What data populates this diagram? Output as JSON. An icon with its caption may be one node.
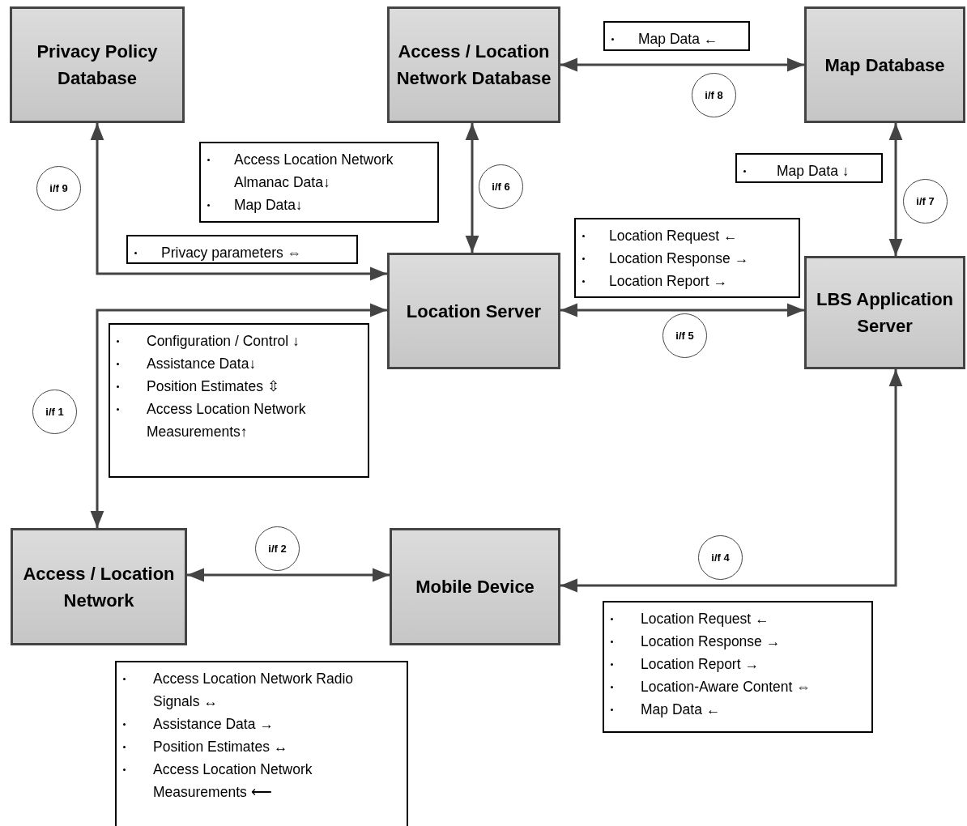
{
  "diagram": {
    "nodes": [
      {
        "text": [
          "Privacy Policy Database"
        ]
      },
      {
        "text": [
          "Access / Location Network Database"
        ]
      },
      {
        "text": [
          "Map Database"
        ]
      },
      {
        "text": [
          "Location Server"
        ]
      },
      {
        "text": [
          "LBS Application Server"
        ]
      },
      {
        "text": [
          "Access / Location Network"
        ]
      },
      {
        "text": [
          "Mobile Device"
        ]
      },
      {
        "text": [
          "Map Data ←"
        ]
      },
      {
        "text": [
          "Access Location Network Almanac Data↓",
          "Map Data↓"
        ]
      },
      {
        "text": [
          "Map Data ↓"
        ]
      },
      {
        "text": [
          "Location Request ←",
          "Location Response →",
          "Location Report →"
        ]
      },
      {
        "text": [
          "Privacy parameters ⇔"
        ]
      },
      {
        "text": [
          "Configuration / Control ↓",
          "Assistance Data↓",
          "Position Estimates ⇳",
          "Access Location Network Measurements↑"
        ]
      },
      {
        "text": [
          "Location Request ←",
          "Location Response →",
          "Location Report →",
          "Location-Aware Content ⇔",
          "Map Data ←"
        ]
      },
      {
        "text": [
          "Access Location Network Radio Signals ↔",
          "Assistance Data →",
          "Position Estimates ↔",
          "Access Location Network Measurements ⟵"
        ]
      },
      {
        "text": [
          "i/f 8"
        ]
      },
      {
        "text": [
          "i/f 9"
        ]
      },
      {
        "text": [
          "i/f 6"
        ]
      },
      {
        "text": [
          "i/f 7"
        ]
      },
      {
        "text": [
          "i/f 5"
        ]
      },
      {
        "text": [
          "i/f 1"
        ]
      },
      {
        "text": [
          "i/f 2"
        ]
      },
      {
        "text": [
          "i/f 4"
        ]
      }
    ],
    "edges": [
      {
        "from": 0,
        "to": 3,
        "arrow": "both"
      },
      {
        "from": 1,
        "to": 3,
        "arrow": "both"
      },
      {
        "from": 1,
        "to": 2,
        "arrow": "both"
      },
      {
        "from": 2,
        "to": 4,
        "arrow": "both"
      },
      {
        "from": 3,
        "to": 4,
        "arrow": "both"
      },
      {
        "from": 3,
        "to": 5,
        "arrow": "both"
      },
      {
        "from": 5,
        "to": 6,
        "arrow": "both"
      },
      {
        "from": 4,
        "to": 6,
        "arrow": "both"
      }
    ]
  }
}
